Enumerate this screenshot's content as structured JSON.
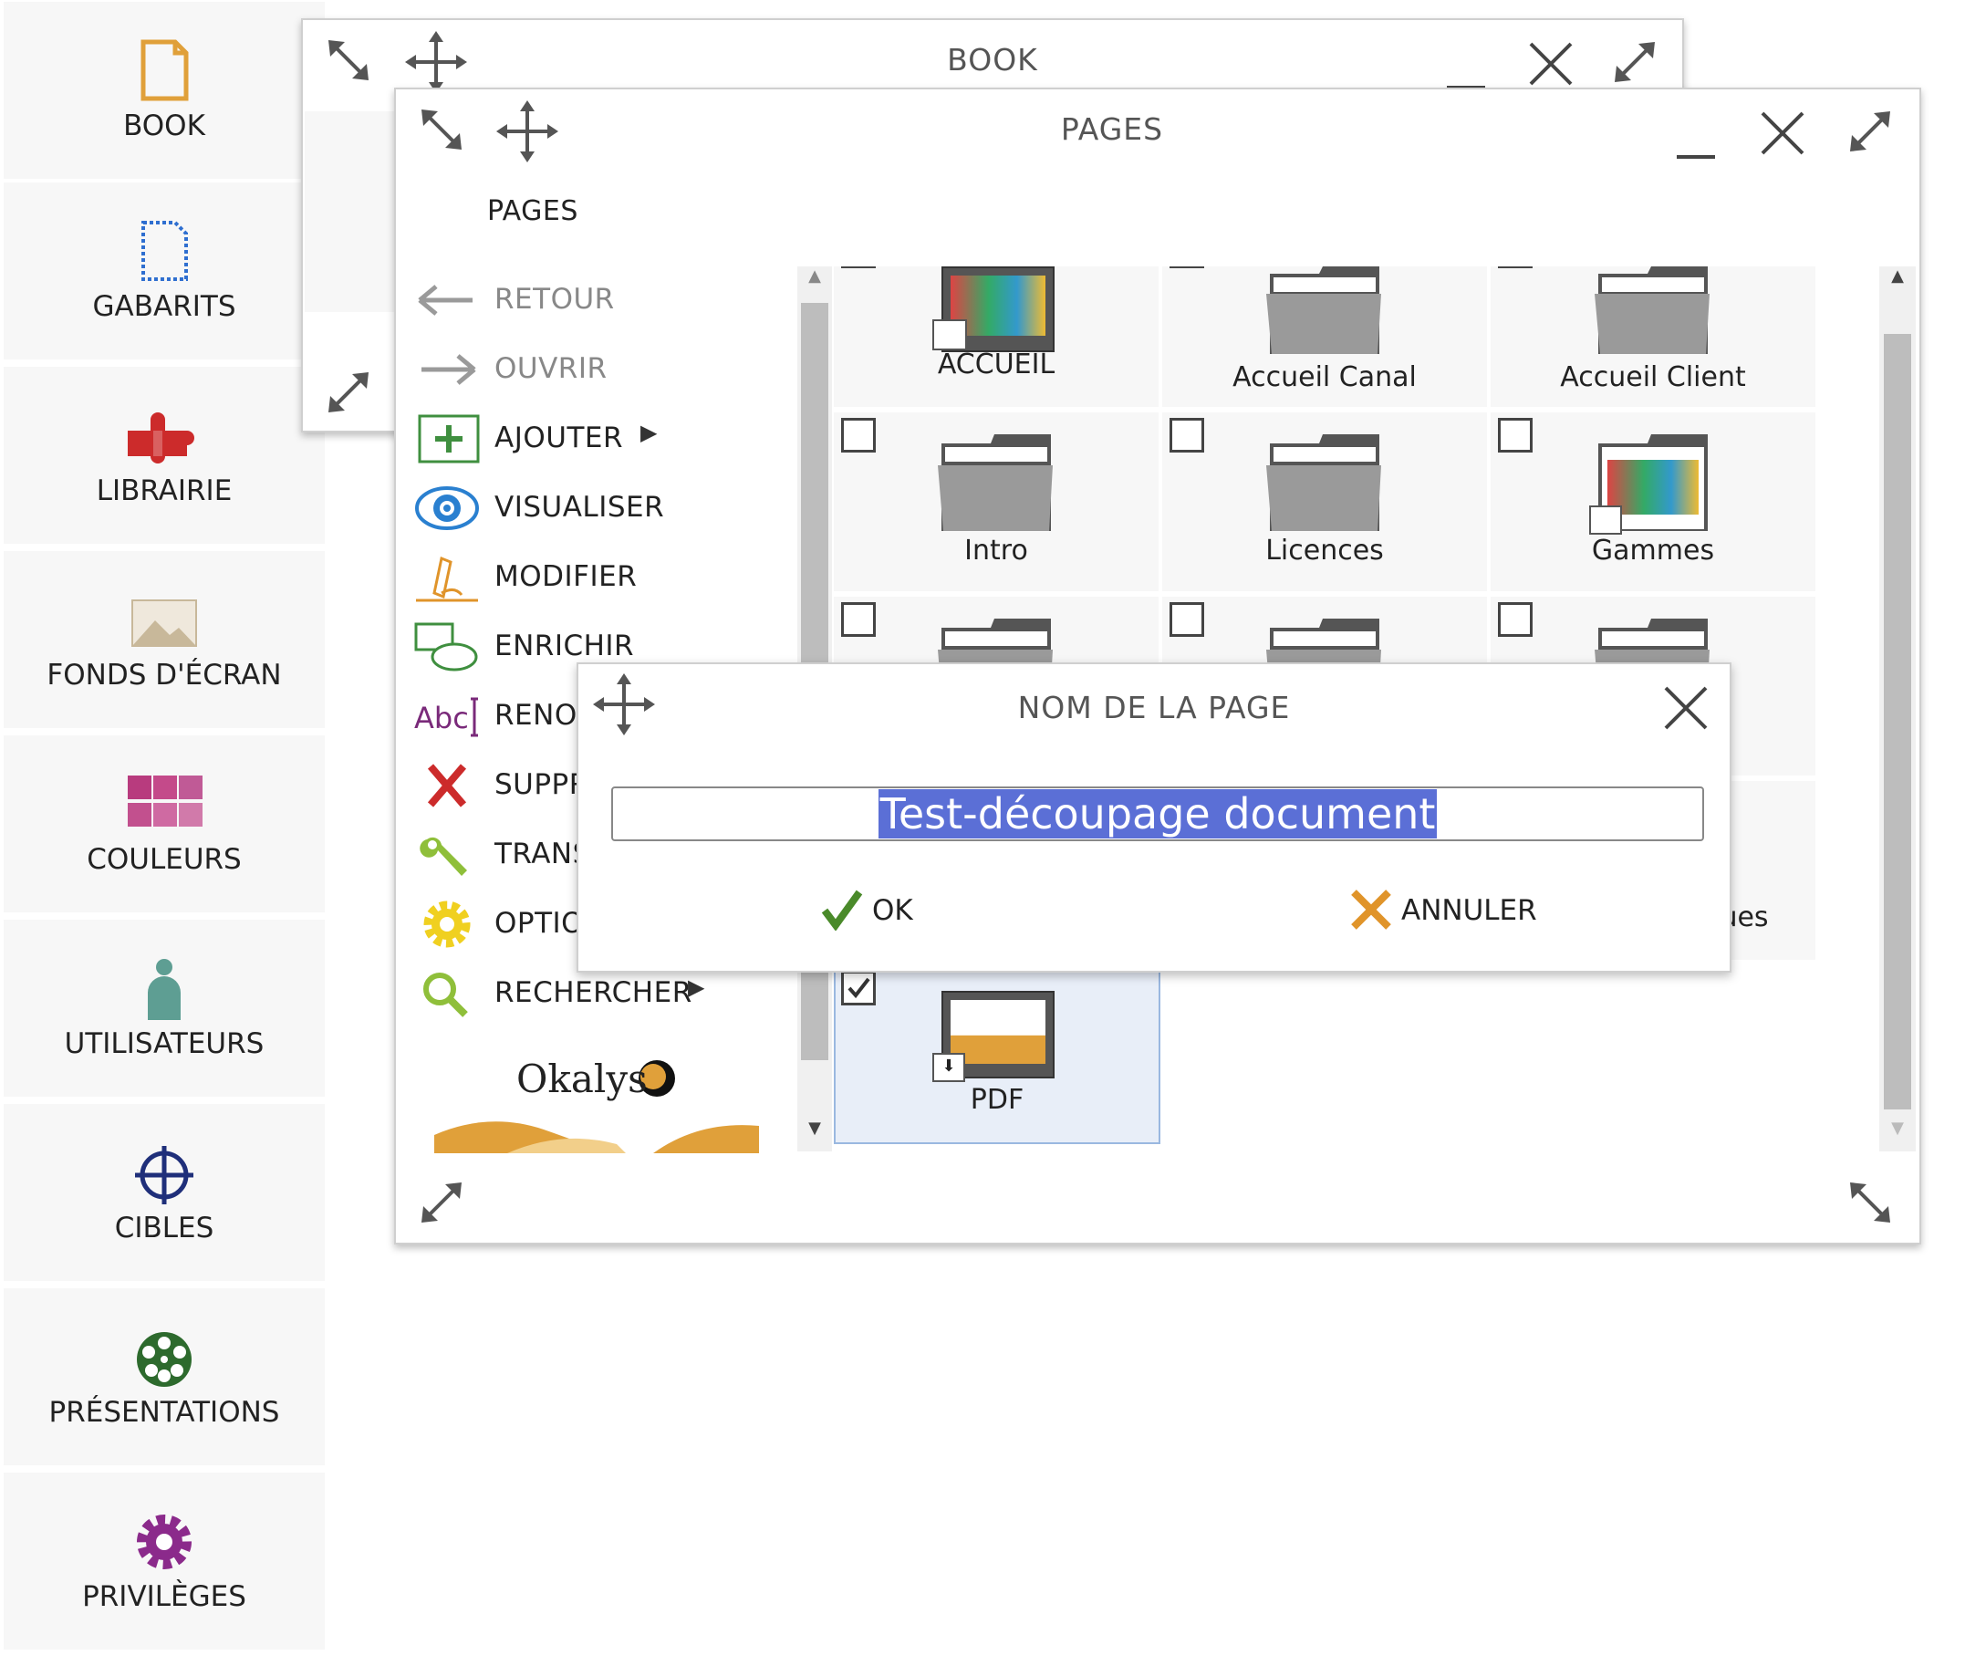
{
  "sidebar": {
    "items": [
      {
        "label": "BOOK",
        "icon": "book-icon",
        "color": "#e0a03a"
      },
      {
        "label": "GABARITS",
        "icon": "template-icon",
        "color": "#2f6fd0"
      },
      {
        "label": "LIBRAIRIE",
        "icon": "puzzle-icon",
        "color": "#cc2b2b"
      },
      {
        "label": "FONDS D'ÉCRAN",
        "icon": "image-icon",
        "color": "#c8b89a"
      },
      {
        "label": "COULEURS",
        "icon": "palette-grid-icon",
        "color": "#b83b7e"
      },
      {
        "label": "UTILISATEURS",
        "icon": "user-icon",
        "color": "#5e9e93"
      },
      {
        "label": "CIBLES",
        "icon": "target-icon",
        "color": "#1f2f7a"
      },
      {
        "label": "PRÉSENTATIONS",
        "icon": "film-reel-icon",
        "color": "#2d6a2d"
      },
      {
        "label": "PRIVILÈGES",
        "icon": "cog-icon",
        "color": "#8b2a8b"
      }
    ]
  },
  "book_window": {
    "title": "BOOK"
  },
  "pages_window": {
    "title": "PAGES",
    "section_label": "PAGES",
    "menu": [
      {
        "label": "RETOUR",
        "icon": "arrow-left-icon",
        "disabled": true
      },
      {
        "label": "OUVRIR",
        "icon": "arrow-right-icon",
        "disabled": true
      },
      {
        "label": "AJOUTER",
        "icon": "add-icon",
        "submenu": true
      },
      {
        "label": "VISUALISER",
        "icon": "eye-icon"
      },
      {
        "label": "MODIFIER",
        "icon": "edit-pen-icon"
      },
      {
        "label": "ENRICHIR",
        "icon": "enrich-icon"
      },
      {
        "label": "RENOMMER",
        "icon": "rename-abc-icon"
      },
      {
        "label": "SUPPRIMER",
        "icon": "delete-x-icon"
      },
      {
        "label": "TRANSFORMER",
        "icon": "wrench-icon"
      },
      {
        "label": "OPTIONS",
        "icon": "options-gear-icon"
      },
      {
        "label": "RECHERCHER",
        "icon": "search-icon",
        "submenu": true
      }
    ],
    "logo_text": "Okalys",
    "tiles": [
      {
        "label": "ACCUEIL",
        "kind": "page-thumb"
      },
      {
        "label": "Accueil Canal",
        "kind": "folder"
      },
      {
        "label": "Accueil Client",
        "kind": "folder"
      },
      {
        "label": "Intro",
        "kind": "folder"
      },
      {
        "label": "Licences",
        "kind": "folder"
      },
      {
        "label": "Gammes",
        "kind": "folder-thumb"
      },
      {
        "label": "",
        "kind": "folder"
      },
      {
        "label": "",
        "kind": "folder"
      },
      {
        "label": "",
        "kind": "folder"
      },
      {
        "label": "ues",
        "kind": "hidden"
      },
      {
        "label": "PDF",
        "kind": "pdf-thumb",
        "checked": true
      }
    ]
  },
  "dialog": {
    "title": "NOM DE LA PAGE",
    "input_value": "Test-découpage document",
    "ok_label": "OK",
    "cancel_label": "ANNULER"
  },
  "colors": {
    "selection": "#5b6fd6",
    "ok_green": "#4a8a2a",
    "cancel_orange": "#e0942a",
    "selected_tile": "#e8eef8"
  }
}
